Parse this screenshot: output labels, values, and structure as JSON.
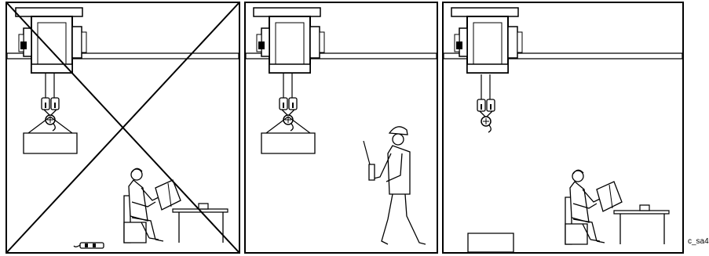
{
  "image_code": "c_sa4",
  "panels": [
    {
      "id": "panel-1",
      "status": "prohibited",
      "mark": "cross",
      "load_attached": true,
      "operator": "seated-reading",
      "controller": "on-floor"
    },
    {
      "id": "panel-2",
      "status": "correct",
      "load_attached": true,
      "operator": "standing-with-pendant"
    },
    {
      "id": "panel-3",
      "status": "correct",
      "load_attached": false,
      "operator": "seated-reading",
      "load": "on-floor"
    }
  ],
  "colors": {
    "line": "#000000",
    "fill": "#ffffff"
  }
}
